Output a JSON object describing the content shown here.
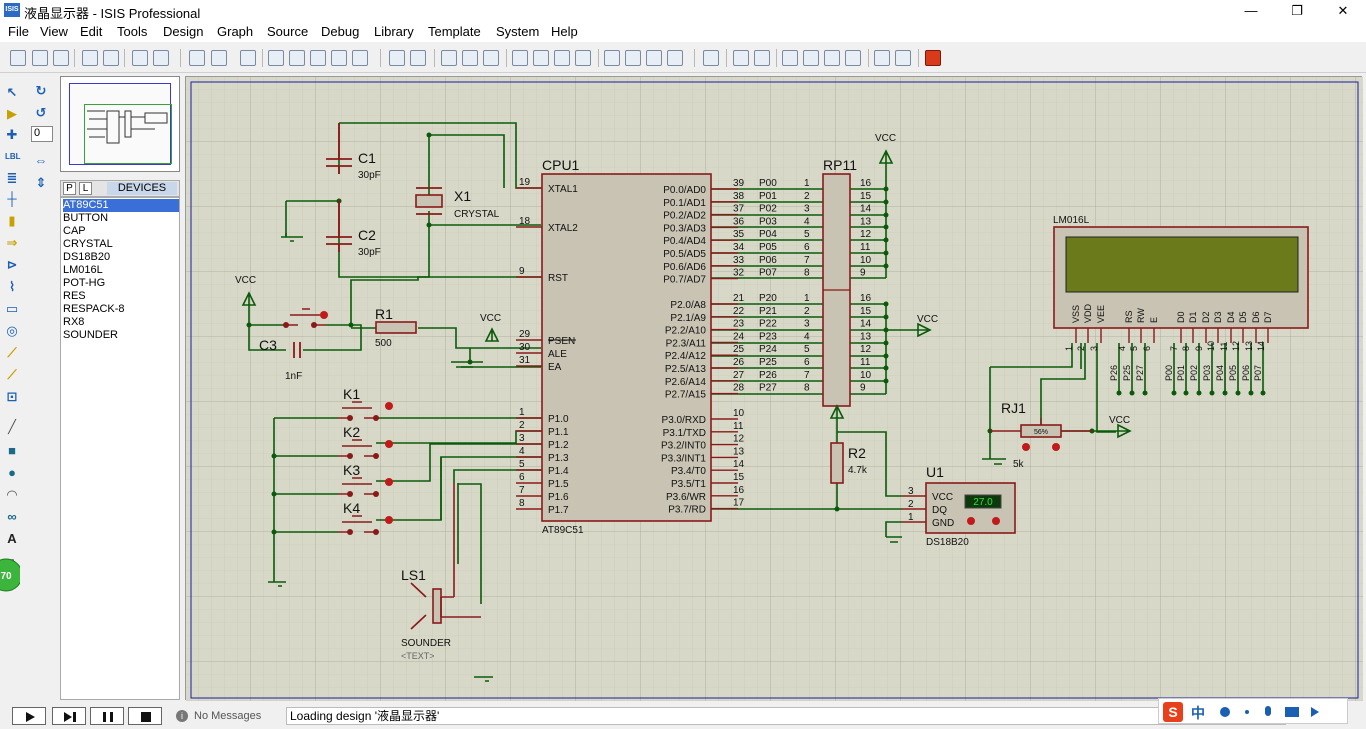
{
  "window": {
    "title": "液晶显示器 - ISIS Professional",
    "app_icon": "ISIS",
    "min": "—",
    "max": "❐",
    "close": "✕"
  },
  "menu": [
    "File",
    "View",
    "Edit",
    "Tools",
    "Design",
    "Graph",
    "Source",
    "Debug",
    "Library",
    "Template",
    "System",
    "Help"
  ],
  "zoom_field": "0",
  "device_panel": {
    "tab_p": "P",
    "tab_l": "L",
    "title": "DEVICES",
    "items": [
      "AT89C51",
      "BUTTON",
      "CAP",
      "CRYSTAL",
      "DS18B20",
      "LM016L",
      "POT-HG",
      "RES",
      "RESPACK-8",
      "RX8",
      "SOUNDER"
    ],
    "selected": "AT89C51"
  },
  "status": {
    "messages": "No Messages",
    "text": "Loading design '液晶显示器'"
  },
  "ime": {
    "logo": "S",
    "lang": "中"
  },
  "badge": "70",
  "schematic": {
    "cpu": {
      "ref": "CPU1",
      "part": "AT89C51",
      "left_pins": [
        {
          "num": "19",
          "name": "XTAL1"
        },
        {
          "num": "18",
          "name": "XTAL2"
        },
        {
          "num": "9",
          "name": "RST"
        },
        {
          "num": "29",
          "name": "PSEN"
        },
        {
          "num": "30",
          "name": "ALE"
        },
        {
          "num": "31",
          "name": "EA"
        },
        {
          "num": "1",
          "name": "P1.0"
        },
        {
          "num": "2",
          "name": "P1.1"
        },
        {
          "num": "3",
          "name": "P1.2"
        },
        {
          "num": "4",
          "name": "P1.3"
        },
        {
          "num": "5",
          "name": "P1.4"
        },
        {
          "num": "6",
          "name": "P1.5"
        },
        {
          "num": "7",
          "name": "P1.6"
        },
        {
          "num": "8",
          "name": "P1.7"
        }
      ],
      "p0_pins": [
        {
          "num": "39",
          "name": "P0.0/AD0",
          "net": "P00"
        },
        {
          "num": "38",
          "name": "P0.1/AD1",
          "net": "P01"
        },
        {
          "num": "37",
          "name": "P0.2/AD2",
          "net": "P02"
        },
        {
          "num": "36",
          "name": "P0.3/AD3",
          "net": "P03"
        },
        {
          "num": "35",
          "name": "P0.4/AD4",
          "net": "P04"
        },
        {
          "num": "34",
          "name": "P0.5/AD5",
          "net": "P05"
        },
        {
          "num": "33",
          "name": "P0.6/AD6",
          "net": "P06"
        },
        {
          "num": "32",
          "name": "P0.7/AD7",
          "net": "P07"
        }
      ],
      "p2_pins": [
        {
          "num": "21",
          "name": "P2.0/A8",
          "net": "P20"
        },
        {
          "num": "22",
          "name": "P2.1/A9",
          "net": "P21"
        },
        {
          "num": "23",
          "name": "P2.2/A10",
          "net": "P22"
        },
        {
          "num": "24",
          "name": "P2.3/A11",
          "net": "P23"
        },
        {
          "num": "25",
          "name": "P2.4/A12",
          "net": "P24"
        },
        {
          "num": "26",
          "name": "P2.5/A13",
          "net": "P25"
        },
        {
          "num": "27",
          "name": "P2.6/A14",
          "net": "P26"
        },
        {
          "num": "28",
          "name": "P2.7/A15",
          "net": "P27"
        }
      ],
      "p3_pins": [
        {
          "num": "10",
          "name": "P3.0/RXD"
        },
        {
          "num": "11",
          "name": "P3.1/TXD"
        },
        {
          "num": "12",
          "name": "P3.2/INT0"
        },
        {
          "num": "13",
          "name": "P3.3/INT1"
        },
        {
          "num": "14",
          "name": "P3.4/T0"
        },
        {
          "num": "15",
          "name": "P3.5/T1"
        },
        {
          "num": "16",
          "name": "P3.6/WR"
        },
        {
          "num": "17",
          "name": "P3.7/RD"
        }
      ]
    },
    "rp": {
      "ref": "RP11",
      "left_a": [
        "1",
        "2",
        "3",
        "4",
        "5",
        "6",
        "7",
        "8"
      ],
      "right_a": [
        "16",
        "15",
        "14",
        "13",
        "12",
        "11",
        "10",
        "9"
      ],
      "left_b": [
        "1",
        "2",
        "3",
        "4",
        "5",
        "6",
        "7",
        "8"
      ],
      "right_b": [
        "16",
        "15",
        "14",
        "13",
        "12",
        "11",
        "10",
        "9"
      ]
    },
    "vcc": "VCC",
    "c1": {
      "ref": "C1",
      "value": "30pF"
    },
    "c2": {
      "ref": "C2",
      "value": "30pF"
    },
    "c3": {
      "ref": "C3",
      "value": "1nF"
    },
    "x1": {
      "ref": "X1",
      "value": "CRYSTAL"
    },
    "r1": {
      "ref": "R1",
      "value": "500"
    },
    "r2": {
      "ref": "R2",
      "value": "4.7k"
    },
    "rj1": {
      "ref": "RJ1",
      "value": "5k",
      "pct": "56%"
    },
    "keys": [
      "K1",
      "K2",
      "K3",
      "K4"
    ],
    "ls1": {
      "ref": "LS1",
      "part": "SOUNDER",
      "text": "<TEXT>"
    },
    "u1": {
      "ref": "U1",
      "part": "DS18B20",
      "pins": [
        {
          "num": "3",
          "name": "VCC"
        },
        {
          "num": "2",
          "name": "DQ"
        },
        {
          "num": "1",
          "name": "GND"
        }
      ],
      "reading": "27.0"
    },
    "lcd": {
      "part": "LM016L",
      "pins": [
        "VSS",
        "VDD",
        "VEE",
        "RS",
        "RW",
        "E",
        "D0",
        "D1",
        "D2",
        "D3",
        "D4",
        "D5",
        "D6",
        "D7"
      ],
      "nums": [
        "1",
        "2",
        "3",
        "4",
        "5",
        "6",
        "7",
        "8",
        "9",
        "10",
        "11",
        "12",
        "13",
        "14"
      ],
      "nets": [
        "P26",
        "P25",
        "P27",
        "P00",
        "P01",
        "P02",
        "P03",
        "P04",
        "P05",
        "P06",
        "P07"
      ]
    }
  }
}
